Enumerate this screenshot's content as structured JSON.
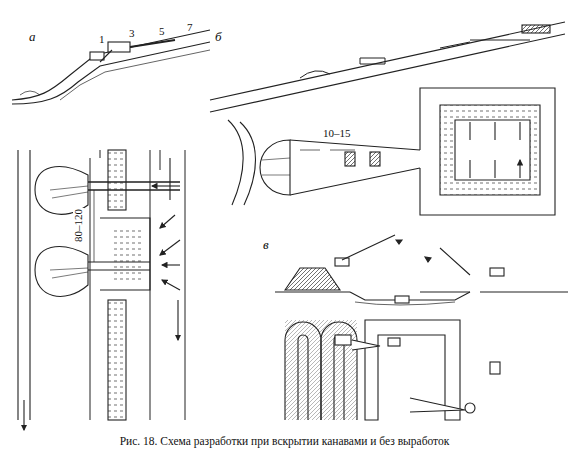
{
  "diagram": {
    "caption": "Рис. 18. Схема разработки при вскрытии канавами и без выработок",
    "labels": [
      "а",
      "1",
      "3",
      "5",
      "7",
      "80–120",
      "б",
      "10–15",
      "в"
    ]
  }
}
